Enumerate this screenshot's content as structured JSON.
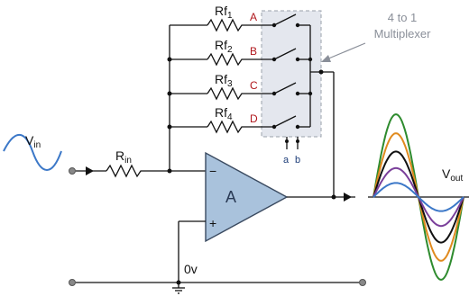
{
  "labels": {
    "vin_main": "V",
    "vin_sub": "in",
    "rin_main": "R",
    "rin_sub": "in",
    "rf_main": "Rf",
    "rf_subs": [
      "1",
      "2",
      "3",
      "4"
    ],
    "switch_letters": [
      "A",
      "B",
      "C",
      "D"
    ],
    "mux_line1": "4 to 1",
    "mux_line2": "Multiplexer",
    "select_a": "a",
    "select_b": "b",
    "amp": "A",
    "minus": "−",
    "plus": "+",
    "ground": "0v",
    "vout_main": "V",
    "vout_sub": "out"
  },
  "colors": {
    "wire": "#111111",
    "mux_fill": "#e4e7ee",
    "mux_border": "#9aa0ab",
    "opamp_fill": "#a9c2dc",
    "opamp_stroke": "#3a4a60",
    "input_wave": "#3c78c8",
    "switch_letter": "#b0171c",
    "select_label": "#1f3f7a"
  },
  "output_waves": [
    {
      "color": "#2e8b2e",
      "amplitude": 1.0
    },
    {
      "color": "#e08a1e",
      "amplitude": 0.77
    },
    {
      "color": "#111111",
      "amplitude": 0.55
    },
    {
      "color": "#7a3f9a",
      "amplitude": 0.35
    },
    {
      "color": "#3c78c8",
      "amplitude": 0.17
    }
  ]
}
